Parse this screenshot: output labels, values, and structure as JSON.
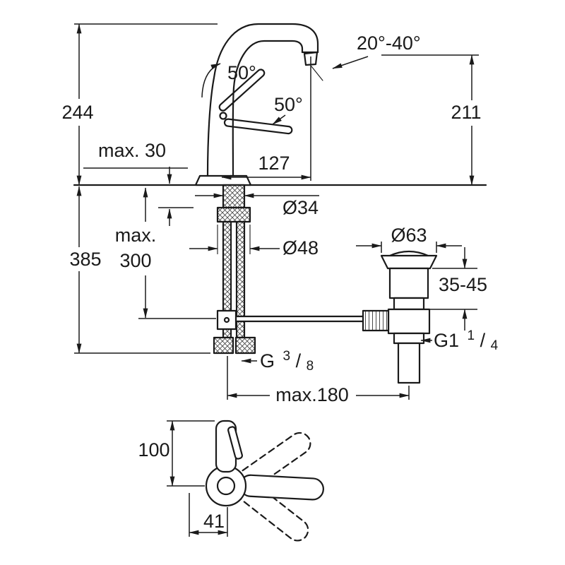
{
  "colors": {
    "line": "#1a1a1a",
    "bg": "#ffffff"
  },
  "dimensions": {
    "spout_height": "244",
    "deck_thickness": "max. 30",
    "below_deck_total": "385",
    "hose_depth_line1": "max.",
    "hose_depth_line2": "300",
    "spout_reach": "127",
    "handle_swing_upper": "50°",
    "handle_swing_lower": "50°",
    "spray_angle_range": "20°-40°",
    "outlet_height": "211",
    "shank_diameter": "Ø34",
    "deck_hole_diameter": "Ø48",
    "waste_flange_diameter": "Ø63",
    "waste_clamp_range": "35-45",
    "distance_max": "max.180",
    "top_view_depth": "100",
    "top_view_offset": "41",
    "supply_thread": {
      "prefix": "G",
      "sup": "3",
      "slash": "/",
      "sub": "8"
    },
    "waste_thread": {
      "prefix": "G1",
      "sup": "1",
      "slash": "/",
      "sub": "4"
    }
  }
}
